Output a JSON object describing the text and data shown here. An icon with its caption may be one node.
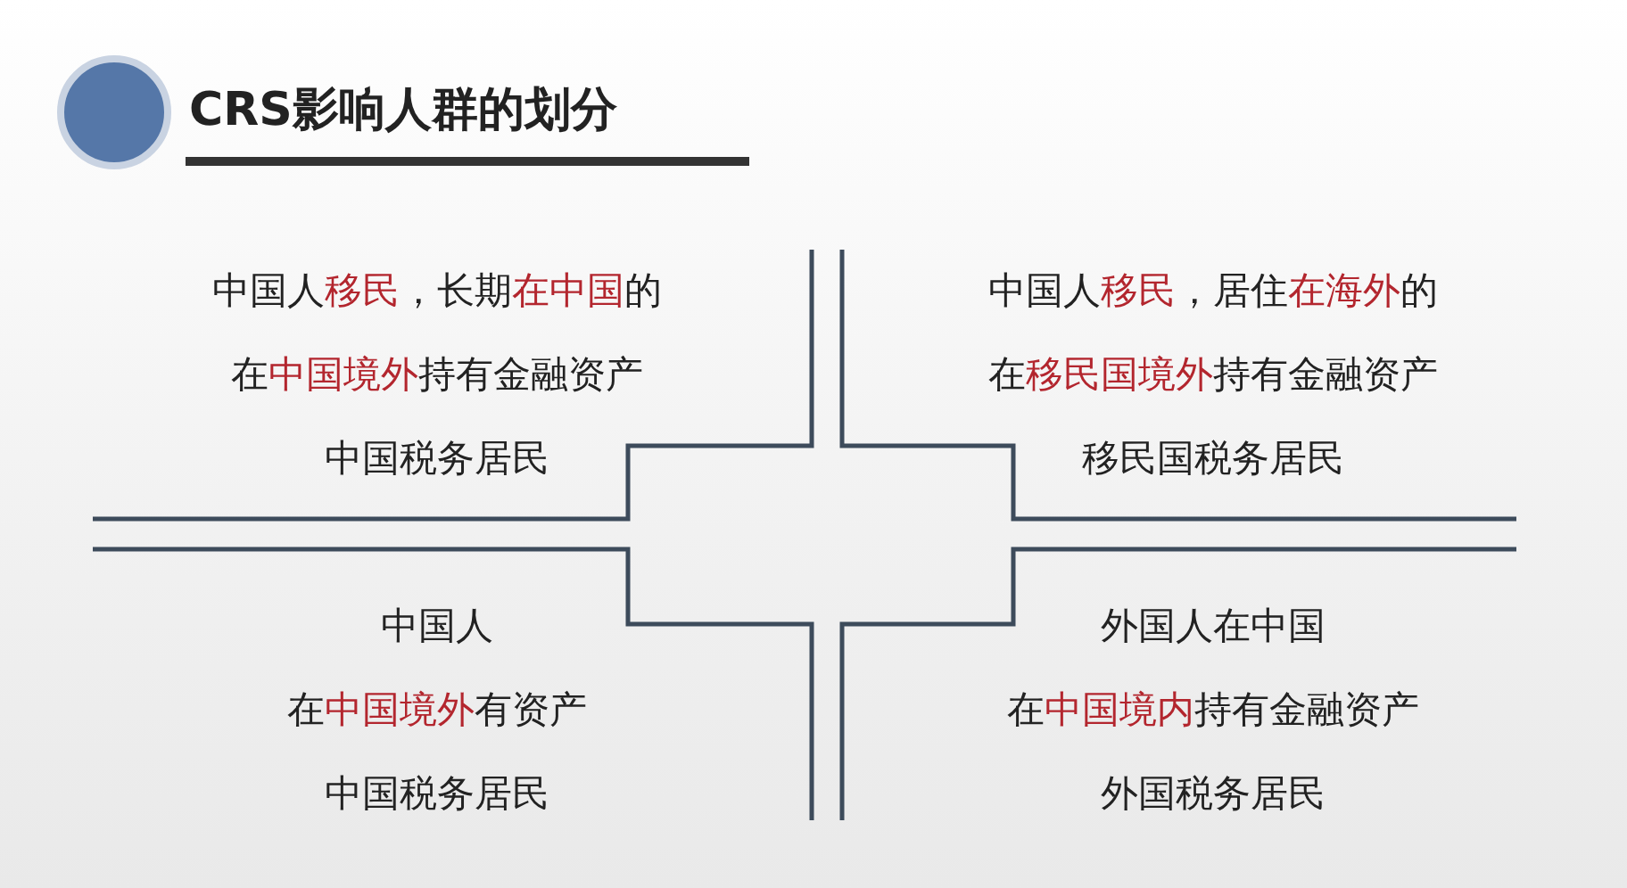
{
  "diagram": {
    "title": "CRS影响人群的划分",
    "nodes": [
      {
        "text": [
          "中国人**移民**，长期**在中国**的",
          "在**中国境外**持有金融资产",
          "中国税务居民"
        ]
      },
      {
        "text": [
          "中国人**移民**，居住**在海外**的",
          "在**移民国境外**持有金融资产",
          "移民国税务居民"
        ]
      },
      {
        "text": [
          "中国人",
          "在**中国境外**有资产",
          "中国税务居民"
        ]
      },
      {
        "text": [
          "外国人在中国",
          "在**中国境内**持有金融资产",
          "外国税务居民"
        ]
      }
    ]
  }
}
